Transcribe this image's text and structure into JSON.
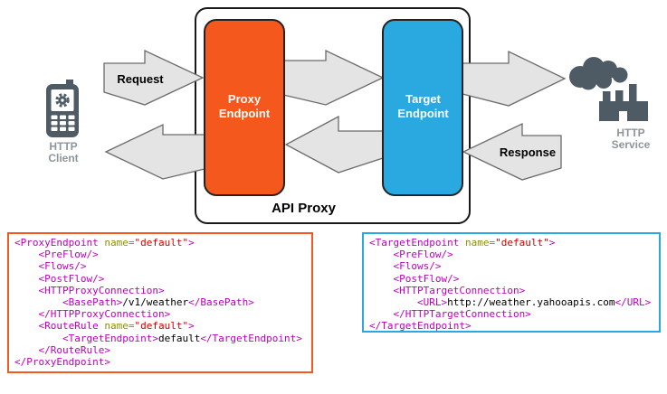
{
  "diagram": {
    "labels": {
      "request": "Request",
      "response": "Response",
      "api_proxy": "API Proxy",
      "proxy_endpoint": {
        "line1": "Proxy",
        "line2": "Endpoint"
      },
      "target_endpoint": {
        "line1": "Target",
        "line2": "Endpoint"
      },
      "http_client": {
        "line1": "HTTP",
        "line2": "Client"
      },
      "http_service": {
        "line1": "HTTP",
        "line2": "Service"
      }
    },
    "icons": [
      "mobile-phone-icon",
      "factory-cloud-icon"
    ],
    "colors": {
      "proxy_box": "#F4581C",
      "target_box": "#29A9E0",
      "arrow_fill": "#E4E4E4",
      "arrow_stroke": "#6B6B6B",
      "icon_gray": "#4E5A64",
      "icon_label_gray": "#8E969B"
    }
  },
  "syntax_colors": {
    "tag": "#BB00BB",
    "attr": "#8F8F00",
    "val": "#CC0000",
    "plain": "#000000"
  },
  "code_blocks": {
    "proxy": {
      "border_color": "#F4581C",
      "lines": [
        [
          [
            "t",
            "<ProxyEndpoint"
          ],
          [
            "p",
            " "
          ],
          [
            "a",
            "name="
          ],
          [
            "v",
            "\"default\""
          ],
          [
            "t",
            ">"
          ]
        ],
        [
          [
            "t",
            "    <PreFlow/>"
          ]
        ],
        [
          [
            "t",
            "    <Flows/>"
          ]
        ],
        [
          [
            "t",
            "    <PostFlow/>"
          ]
        ],
        [
          [
            "t",
            "    <HTTPProxyConnection>"
          ]
        ],
        [
          [
            "t",
            "        <BasePath>"
          ],
          [
            "p",
            "/v1/weather"
          ],
          [
            "t",
            "</BasePath>"
          ]
        ],
        [
          [
            "t",
            "    </HTTPProxyConnection>"
          ]
        ],
        [
          [
            "t",
            "    <RouteRule"
          ],
          [
            "p",
            " "
          ],
          [
            "a",
            "name="
          ],
          [
            "v",
            "\"default\""
          ],
          [
            "t",
            ">"
          ]
        ],
        [
          [
            "t",
            "        <TargetEndpoint>"
          ],
          [
            "p",
            "default"
          ],
          [
            "t",
            "</TargetEndpoint>"
          ]
        ],
        [
          [
            "t",
            "    </RouteRule>"
          ]
        ],
        [
          [
            "t",
            "</ProxyEndpoint>"
          ]
        ]
      ]
    },
    "target": {
      "border_color": "#29A9E0",
      "lines": [
        [
          [
            "t",
            "<TargetEndpoint"
          ],
          [
            "p",
            " "
          ],
          [
            "a",
            "name="
          ],
          [
            "v",
            "\"default\""
          ],
          [
            "t",
            ">"
          ]
        ],
        [
          [
            "t",
            "    <PreFlow/>"
          ]
        ],
        [
          [
            "t",
            "    <Flows/>"
          ]
        ],
        [
          [
            "t",
            "    <PostFlow/>"
          ]
        ],
        [
          [
            "t",
            "    <HTTPTargetConnection>"
          ]
        ],
        [
          [
            "t",
            "        <URL>"
          ],
          [
            "p",
            "http://weather.yahooapis.com"
          ],
          [
            "t",
            "</URL>"
          ]
        ],
        [
          [
            "t",
            "    </HTTPTargetConnection>"
          ]
        ],
        [
          [
            "t",
            "</TargetEndpoint>"
          ]
        ]
      ]
    }
  }
}
